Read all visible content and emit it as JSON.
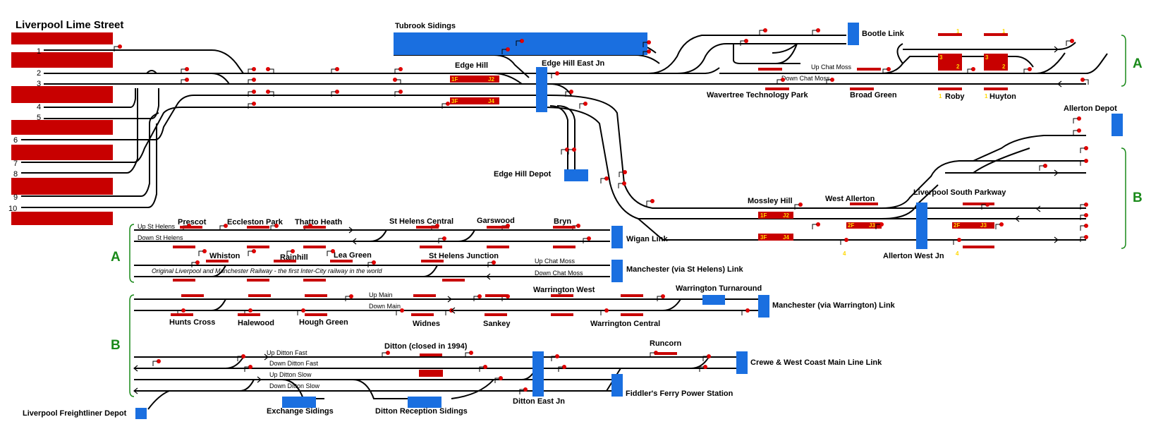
{
  "title": "Liverpool Lime Street",
  "platform_numbers": [
    "1",
    "2",
    "3",
    "4",
    "5",
    "6",
    "7",
    "8",
    "9",
    "10"
  ],
  "stations": {
    "edge_hill": "Edge Hill",
    "edge_hill_east_jn": "Edge Hill East Jn",
    "edge_hill_depot": "Edge Hill Depot",
    "tuebrook": "Tubrook Sidings",
    "bootle_link": "Bootle Link",
    "wavertree": "Wavertree Technology Park",
    "broad_green": "Broad Green",
    "roby": "Roby",
    "huyton": "Huyton",
    "allerton_depot": "Allerton Depot",
    "mossley_hill": "Mossley Hill",
    "west_allerton": "West Allerton",
    "liverpool_south_parkway": "Liverpool South Parkway",
    "allerton_west_jn": "Allerton West Jn",
    "prescot": "Prescot",
    "eccleston_park": "Eccleston Park",
    "thatto_heath": "Thatto Heath",
    "st_helens_central": "St Helens Central",
    "garswood": "Garswood",
    "bryn": "Bryn",
    "wigan_link": "Wigan Link",
    "whiston": "Whiston",
    "rainhill": "Rainhill",
    "lea_green": "Lea Green",
    "st_helens_junction": "St Helens Junction",
    "manchester_st_helens": "Manchester (via St Helens) Link",
    "warrington_west": "Warrington West",
    "warrington_turnaround": "Warrington Turnaround",
    "manchester_warrington": "Manchester (via Warrington) Link",
    "hunts_cross": "Hunts Cross",
    "halewood": "Halewood",
    "hough_green": "Hough Green",
    "widnes": "Widnes",
    "sankey": "Sankey",
    "warrington_central": "Warrington Central",
    "ditton": "Ditton (closed in 1994)",
    "runcorn": "Runcorn",
    "crewe_link": "Crewe & West Coast Main Line Link",
    "fiddlers_ferry": "Fiddler's Ferry Power Station",
    "ditton_east_jn": "Ditton East Jn",
    "exchange_sidings": "Exchange Sidings",
    "ditton_reception": "Ditton Reception Sidings",
    "freightliner": "Liverpool Freightliner Depot"
  },
  "line_labels": {
    "up_chat_moss_top": "Up Chat Moss",
    "down_chat_moss_top": "Down Chat Moss",
    "up_st_helens": "Up St Helens",
    "down_st_helens": "Down St Helens",
    "up_chat_moss": "Up Chat Moss",
    "down_chat_moss": "Down Chat Moss",
    "lmr_note": "Original Liverpool and Manchester Railway - the first Inter-City railway in the world",
    "up_main": "Up Main",
    "down_main": "Down Main",
    "up_ditton_fast": "Up Ditton Fast",
    "down_ditton_fast": "Down Ditton Fast",
    "up_ditton_slow": "Up Ditton Slow",
    "down_ditton_slow": "Down Ditton Slow"
  },
  "brackets": {
    "a": "A",
    "b": "B"
  },
  "route_marks": [
    "1F",
    "J2",
    "3F",
    "J4",
    "2F",
    "J3",
    "3F",
    "J4",
    "2F",
    "J3"
  ],
  "platform_digits": [
    "3",
    "2",
    "3",
    "2",
    "1",
    "1",
    "1",
    "1",
    "4",
    "4"
  ],
  "colors": {
    "platform": "#c80000",
    "siding": "#1a6fe0",
    "signal": "#e00000",
    "bracket": "#1a8a1a",
    "route_text": "#ffd800"
  }
}
